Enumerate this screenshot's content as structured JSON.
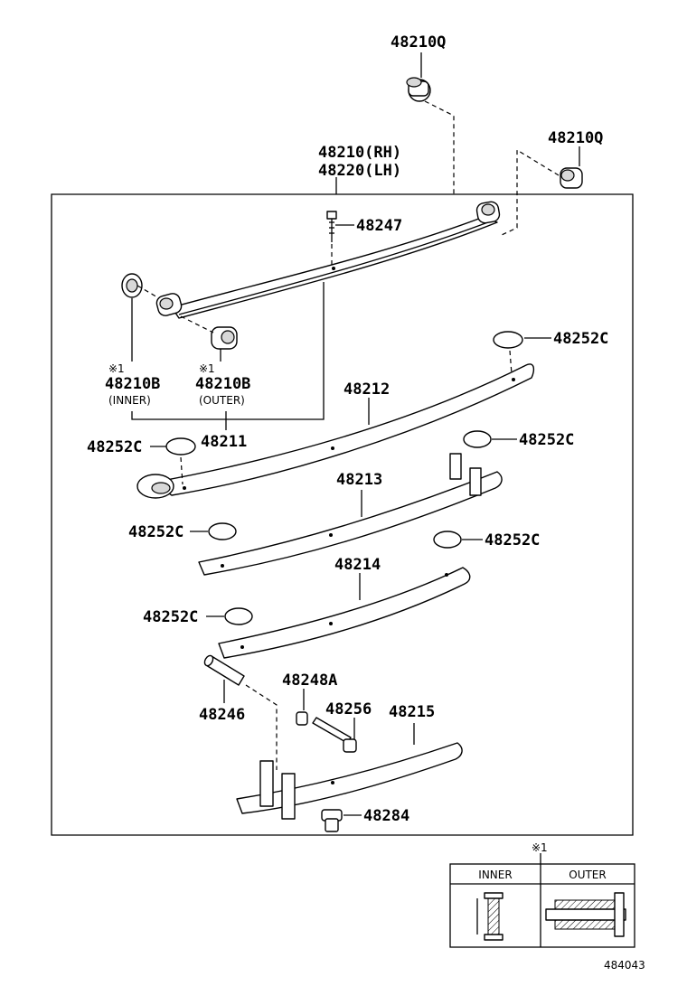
{
  "labels": {
    "p48210Q_top": "48210Q",
    "p48210Q_right": "48210Q",
    "p48210_rh": "48210(RH)",
    "p48220_lh": "48220(LH)",
    "p48247": "48247",
    "p48252C_1": "48252C",
    "p48252C_2": "48252C",
    "p48252C_3": "48252C",
    "p48252C_4": "48252C",
    "p48252C_5": "48252C",
    "p48252C_6": "48252C",
    "note_mark_inner": "※1",
    "note_mark_outer": "※1",
    "p48210B_inner": "48210B",
    "p48210B_outer": "48210B",
    "inner_caption": "(INNER)",
    "outer_caption": "(OUTER)",
    "p48211": "48211",
    "p48212": "48212",
    "p48213": "48213",
    "p48214": "48214",
    "p48246": "48246",
    "p48248A": "48248A",
    "p48256": "48256",
    "p48215": "48215",
    "p48284": "48284"
  },
  "legend": {
    "mark": "※1",
    "inner": "INNER",
    "outer": "OUTER"
  },
  "figure_id": "484043"
}
